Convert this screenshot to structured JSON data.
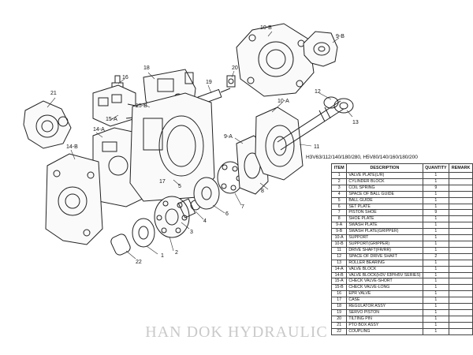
{
  "table": {
    "title": "H3V63/112/140/180/280, H5V80/140/160/180/200",
    "headers": {
      "item": "ITEM",
      "description": "DESCRIPTION",
      "quantity": "QUANTITY",
      "remark": "REMARK"
    },
    "rows": [
      {
        "item": "1",
        "description": "VALVE PLATE(L/R)",
        "quantity": "1",
        "remark": ""
      },
      {
        "item": "2",
        "description": "CYLINDER BLOCK",
        "quantity": "1",
        "remark": ""
      },
      {
        "item": "3",
        "description": "COIL SPRING",
        "quantity": "9",
        "remark": ""
      },
      {
        "item": "4",
        "description": "SPACE OF BALL GUIDE",
        "quantity": "1",
        "remark": ""
      },
      {
        "item": "5",
        "description": "BALL GUIDE",
        "quantity": "1",
        "remark": ""
      },
      {
        "item": "6",
        "description": "SET PLATE",
        "quantity": "1",
        "remark": ""
      },
      {
        "item": "7",
        "description": "PISTON SHOE",
        "quantity": "9",
        "remark": ""
      },
      {
        "item": "8",
        "description": "SHOE PLATE",
        "quantity": "1",
        "remark": ""
      },
      {
        "item": "9-A",
        "description": "SWASH PLATE",
        "quantity": "1",
        "remark": ""
      },
      {
        "item": "9-B",
        "description": "SWASH PLATE(GRIPPER)",
        "quantity": "1",
        "remark": ""
      },
      {
        "item": "10-A",
        "description": "SUPPORT",
        "quantity": "1",
        "remark": ""
      },
      {
        "item": "10-B",
        "description": "SUPPORT(GRIPPER)",
        "quantity": "1",
        "remark": ""
      },
      {
        "item": "11",
        "description": "DRIVE SHAFT(FR/RR)",
        "quantity": "1",
        "remark": ""
      },
      {
        "item": "12",
        "description": "SPACE OF DRIVE SHAFT",
        "quantity": "2",
        "remark": ""
      },
      {
        "item": "13",
        "description": "ROLLER BEARING",
        "quantity": "1",
        "remark": ""
      },
      {
        "item": "14-A",
        "description": "VALVE BLOCK",
        "quantity": "1",
        "remark": ""
      },
      {
        "item": "14-B",
        "description": "VALVE BLOCK(H3V 63P/H5V SERIES)",
        "quantity": "1",
        "remark": ""
      },
      {
        "item": "15-A",
        "description": "CHECK VALVE-SHORT",
        "quantity": "1",
        "remark": ""
      },
      {
        "item": "15-B",
        "description": "CHECK VALVE-LONG",
        "quantity": "1",
        "remark": ""
      },
      {
        "item": "16",
        "description": "EPR VALVE",
        "quantity": "1",
        "remark": ""
      },
      {
        "item": "17",
        "description": "CASE",
        "quantity": "1",
        "remark": ""
      },
      {
        "item": "18",
        "description": "REGULATOR ASSY",
        "quantity": "1",
        "remark": ""
      },
      {
        "item": "19",
        "description": "SERVO PISTON",
        "quantity": "1",
        "remark": ""
      },
      {
        "item": "20",
        "description": "TILTING PIN",
        "quantity": "1",
        "remark": ""
      },
      {
        "item": "21",
        "description": "PTO BOX ASSY",
        "quantity": "1",
        "remark": ""
      },
      {
        "item": "22",
        "description": "COUPLING",
        "quantity": "1",
        "remark": ""
      }
    ]
  },
  "callouts": [
    "1",
    "2",
    "3",
    "4",
    "5",
    "6",
    "7",
    "8",
    "9-A",
    "9-B",
    "10-A",
    "10-B",
    "11",
    "12",
    "13",
    "14-A",
    "14-B",
    "15-A",
    "15-B",
    "16",
    "17",
    "18",
    "19",
    "20",
    "21",
    "22"
  ],
  "watermark": "HAN DOK HYDRAULIC"
}
